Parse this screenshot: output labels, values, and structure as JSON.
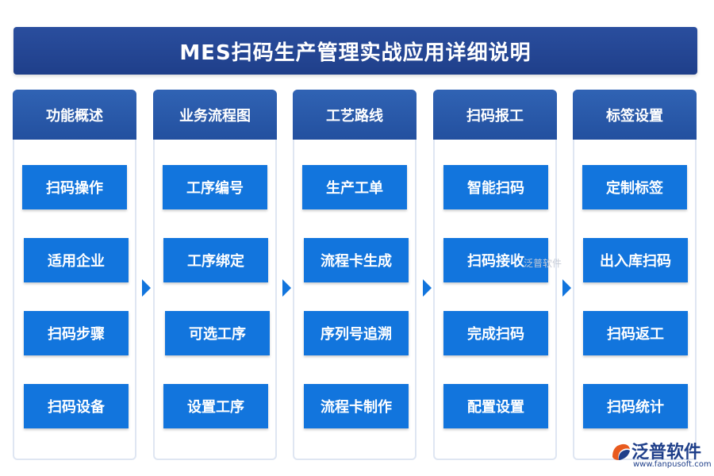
{
  "title": "MES扫码生产管理实战应用详细说明",
  "columns": [
    {
      "header": "功能概述",
      "items": [
        "扫码操作",
        "适用企业",
        "扫码步骤",
        "扫码设备"
      ]
    },
    {
      "header": "业务流程图",
      "items": [
        "工序编号",
        "工序绑定",
        "可选工序",
        "设置工序"
      ]
    },
    {
      "header": "工艺路线",
      "items": [
        "生产工单",
        "流程卡生成",
        "序列号追溯",
        "流程卡制作"
      ]
    },
    {
      "header": "扫码报工",
      "items": [
        "智能扫码",
        "扫码接收",
        "完成扫码",
        "配置设置"
      ]
    },
    {
      "header": "标签设置",
      "items": [
        "定制标签",
        "出入库扫码",
        "扫码返工",
        "扫码统计"
      ]
    }
  ],
  "watermark": "泛普软件",
  "logo": {
    "name": "泛普软件",
    "url": "www.fanpusoft.com",
    "icon": "fanpu-logo-icon"
  },
  "colors": {
    "title_bg": "#1f3f8a",
    "header_bg": "#2a5aa8",
    "item_bg": "#1275dd",
    "arrow": "#1275dd"
  }
}
